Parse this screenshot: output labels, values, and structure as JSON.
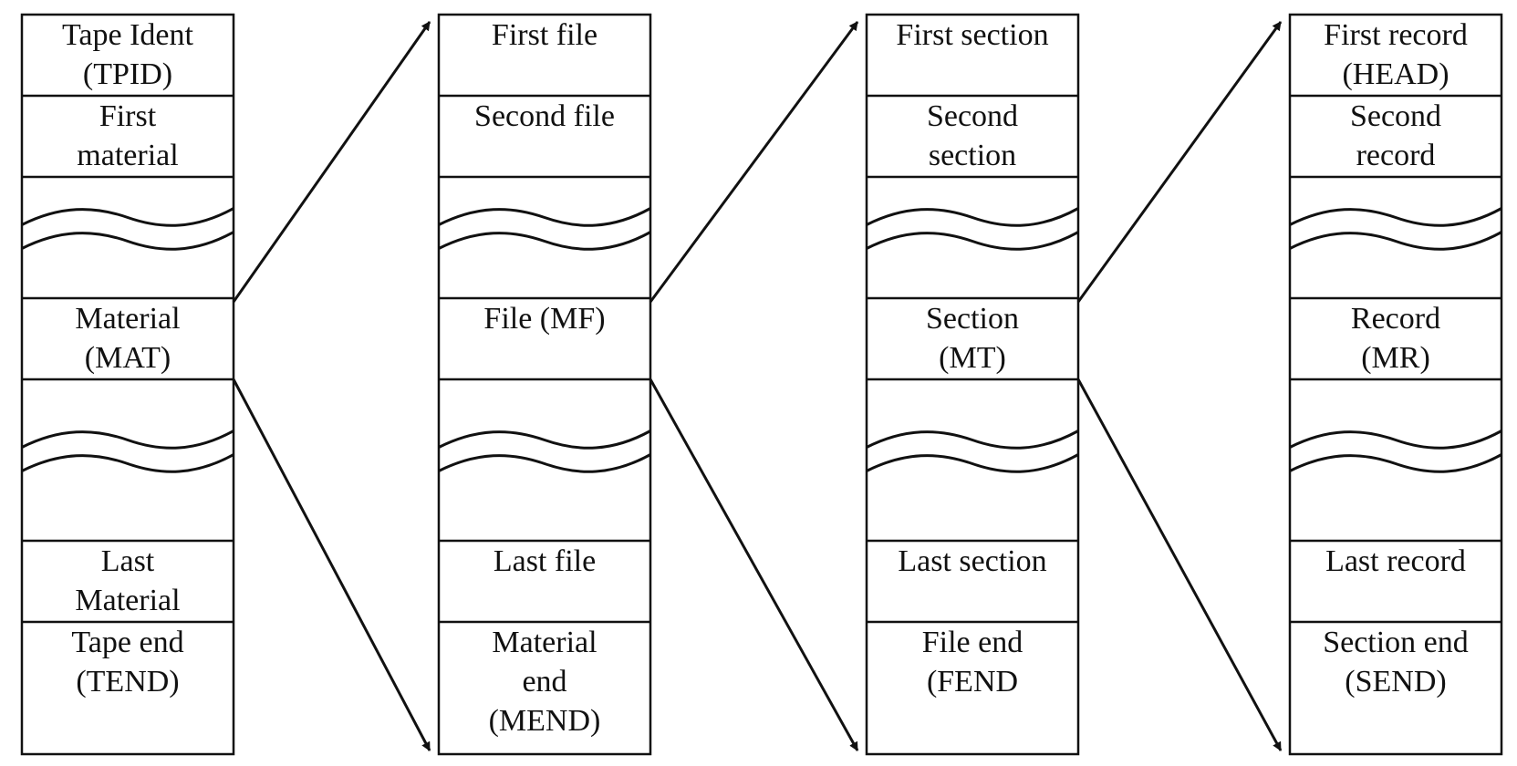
{
  "columns": [
    {
      "cells": [
        {
          "kind": "text",
          "lines": [
            "Tape Ident",
            "(TPID)"
          ]
        },
        {
          "kind": "text",
          "lines": [
            "First",
            "material"
          ]
        },
        {
          "kind": "gap"
        },
        {
          "kind": "text",
          "lines": [
            "Material",
            "(MAT)"
          ]
        },
        {
          "kind": "gap"
        },
        {
          "kind": "text",
          "lines": [
            "Last",
            "Material"
          ]
        },
        {
          "kind": "text",
          "lines": [
            "Tape end",
            "(TEND)"
          ]
        }
      ]
    },
    {
      "cells": [
        {
          "kind": "text",
          "lines": [
            "First file"
          ]
        },
        {
          "kind": "text",
          "lines": [
            "Second file"
          ]
        },
        {
          "kind": "gap"
        },
        {
          "kind": "text",
          "lines": [
            "File (MF)"
          ]
        },
        {
          "kind": "gap"
        },
        {
          "kind": "text",
          "lines": [
            "Last file"
          ]
        },
        {
          "kind": "text",
          "lines": [
            "Material",
            "end",
            "(MEND)"
          ]
        }
      ]
    },
    {
      "cells": [
        {
          "kind": "text",
          "lines": [
            "First section"
          ]
        },
        {
          "kind": "text",
          "lines": [
            "Second",
            "section"
          ]
        },
        {
          "kind": "gap"
        },
        {
          "kind": "text",
          "lines": [
            "Section",
            "(MT)"
          ]
        },
        {
          "kind": "gap"
        },
        {
          "kind": "text",
          "lines": [
            "Last section"
          ]
        },
        {
          "kind": "text",
          "lines": [
            "File end",
            "(FEND"
          ]
        }
      ]
    },
    {
      "cells": [
        {
          "kind": "text",
          "lines": [
            "First record",
            "(HEAD)"
          ]
        },
        {
          "kind": "text",
          "lines": [
            "Second",
            "record"
          ]
        },
        {
          "kind": "gap"
        },
        {
          "kind": "text",
          "lines": [
            "Record",
            "(MR)"
          ]
        },
        {
          "kind": "gap"
        },
        {
          "kind": "text",
          "lines": [
            "Last record"
          ]
        },
        {
          "kind": "text",
          "lines": [
            "Section end",
            "(SEND)"
          ]
        }
      ]
    }
  ],
  "colors": {
    "stroke": "#111111",
    "text": "#111111",
    "background": "#ffffff"
  },
  "icons": {
    "arrow": "arrowhead-icon",
    "break": "wavy-break-icon"
  }
}
